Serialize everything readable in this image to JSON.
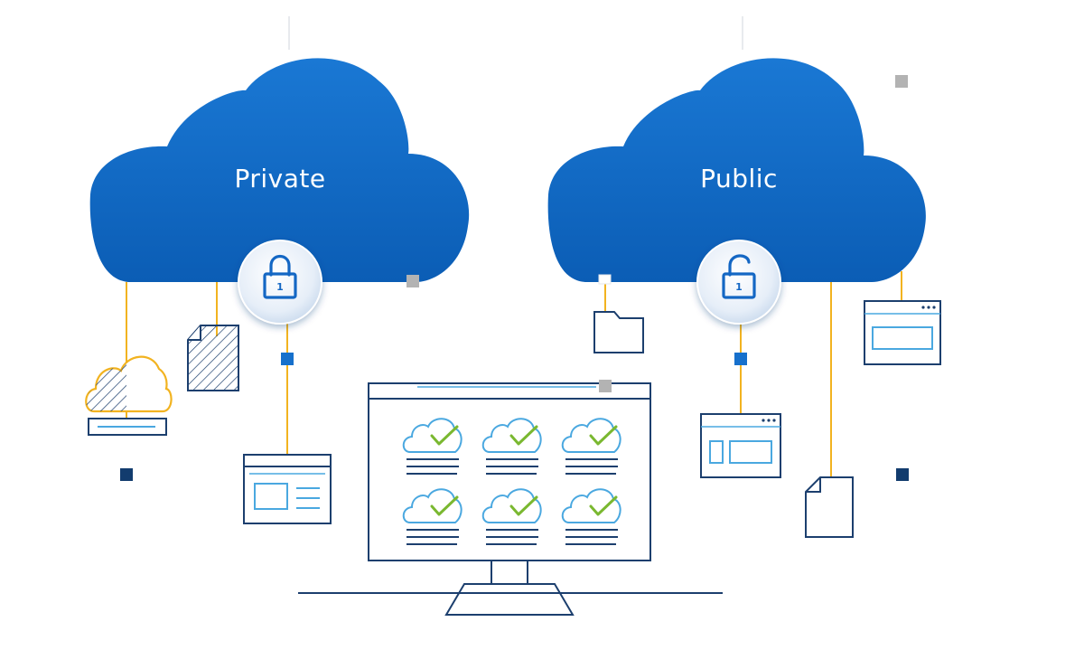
{
  "clouds": {
    "private": {
      "label": "Private",
      "lock_state": "locked",
      "lock_digit": "1"
    },
    "public": {
      "label": "Public",
      "lock_state": "unlocked",
      "lock_digit": "1"
    }
  },
  "monitor": {
    "tiles": [
      {
        "icon": "cloud-check-icon"
      },
      {
        "icon": "cloud-check-icon"
      },
      {
        "icon": "cloud-check-icon"
      },
      {
        "icon": "cloud-check-icon"
      },
      {
        "icon": "cloud-check-icon"
      },
      {
        "icon": "cloud-check-icon"
      }
    ]
  },
  "colors": {
    "cloud_fill": "#1670cc",
    "cloud_fill_dark": "#0a55a8",
    "line_navy": "#1c3f6e",
    "accent_light_blue": "#4aa8e0",
    "connector_yellow": "#f2b320",
    "check_green": "#7ab830",
    "marker_gray": "#b3b3b3",
    "marker_navy": "#123c6e",
    "marker_blue": "#1670cc"
  }
}
